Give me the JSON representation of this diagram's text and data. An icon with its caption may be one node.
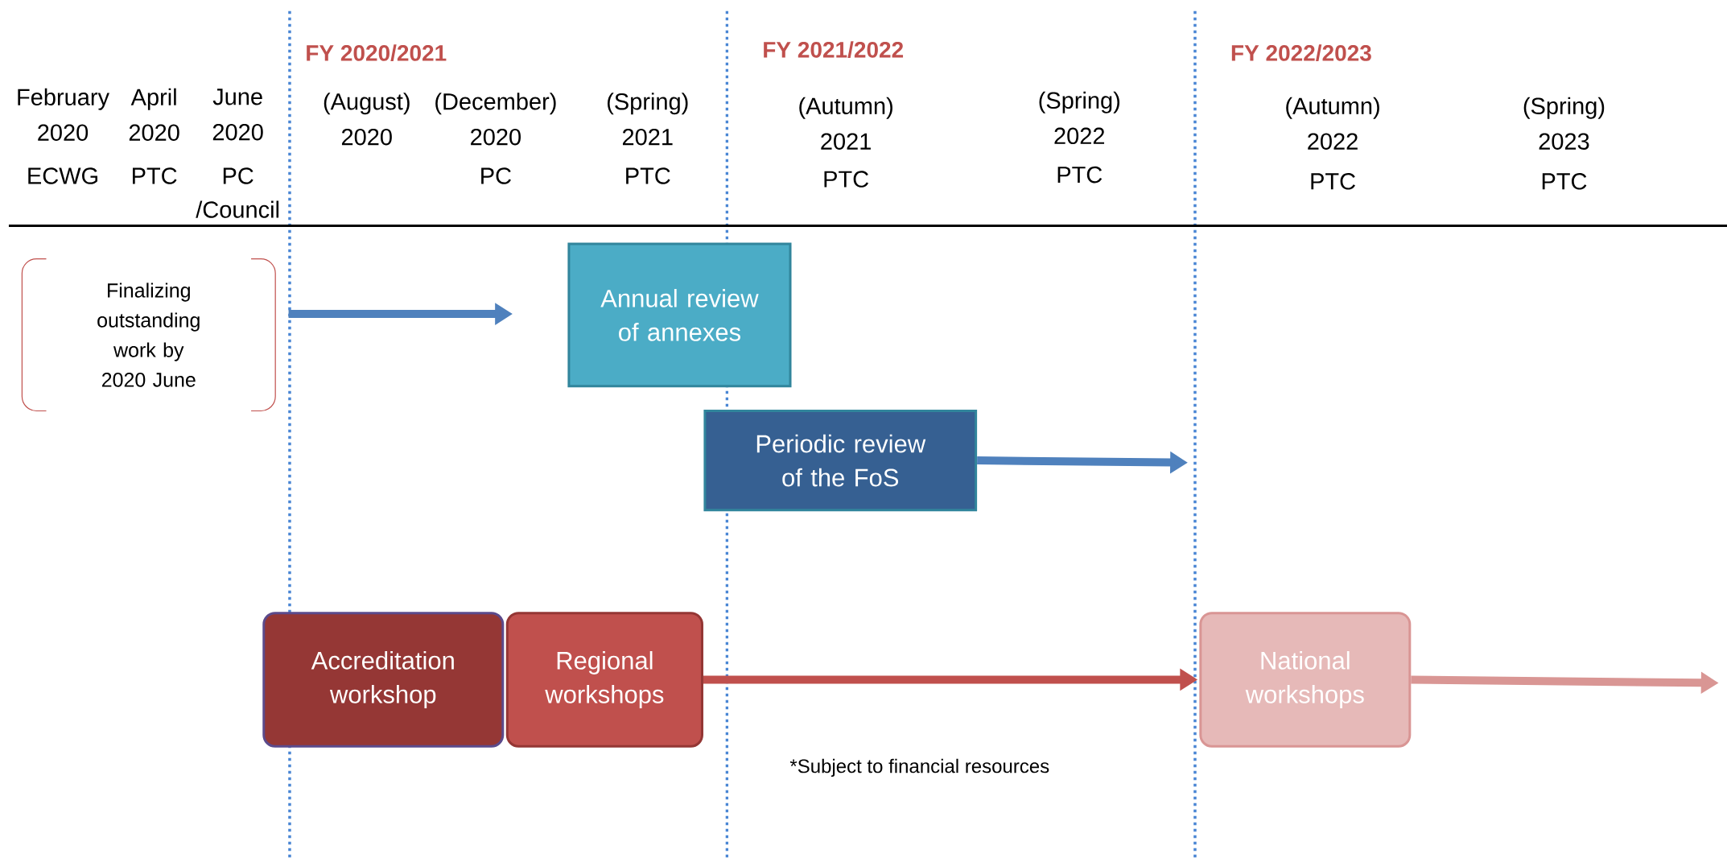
{
  "diagram": {
    "nodes": [
      {
        "text": [
          "Finalizing outstanding work by 2020 June"
        ]
      },
      {
        "text": [
          "Annual review of annexes"
        ]
      },
      {
        "text": [
          "Periodic review of the FoS"
        ]
      },
      {
        "text": [
          "Accreditation workshop"
        ]
      },
      {
        "text": [
          "Regional workshops"
        ]
      },
      {
        "text": [
          "National workshops"
        ]
      }
    ],
    "edges": [
      {
        "from": 0,
        "to": null,
        "arrow": "to",
        "color": "#4f81bd"
      },
      {
        "from": 2,
        "to": null,
        "arrow": "to",
        "color": "#4f81bd"
      },
      {
        "from": 4,
        "to": 5,
        "arrow": "to",
        "color": "#c0504d"
      },
      {
        "from": 5,
        "to": null,
        "arrow": "to",
        "color": "#d99694"
      }
    ],
    "labels": [
      "FY 2020/2021",
      "FY 2021/2022",
      "FY 2022/2023",
      "February 2020",
      "ECWG",
      "April 2020",
      "PTC",
      "June 2020",
      "PC /Council",
      "(August) 2020",
      "(December) 2020",
      "PC",
      "(Spring) 2021",
      "PTC",
      "(Autumn) 2021",
      "PTC",
      "(Spring) 2022",
      "PTC",
      "(Autumn) 2022",
      "PTC",
      "(Spring) 2023",
      "PTC",
      "*Subject to financial resources"
    ]
  }
}
